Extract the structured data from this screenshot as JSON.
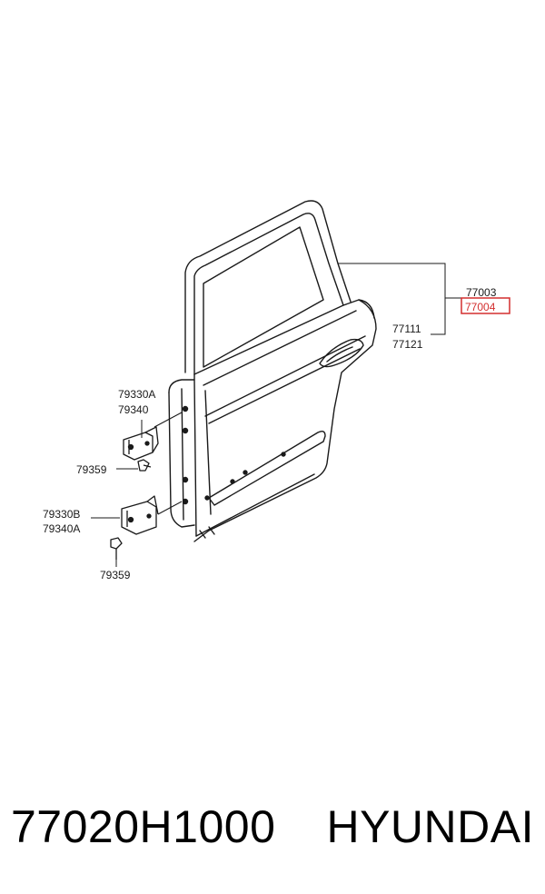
{
  "diagram": {
    "labels": {
      "hinge_upper_a": "79330A",
      "hinge_upper_b": "79340",
      "bolt_upper": "79359",
      "hinge_lower_a": "79330B",
      "hinge_lower_b": "79340A",
      "bolt_lower": "79359",
      "door_assy_1": "77003",
      "door_assy_2": "77004",
      "panel_1": "77111",
      "panel_2": "77121"
    },
    "highlight_color": "#d32f2f",
    "line_color": "#1a1a1a"
  },
  "footer": {
    "part_number": "77020H1000",
    "brand": "HYUNDAI"
  }
}
